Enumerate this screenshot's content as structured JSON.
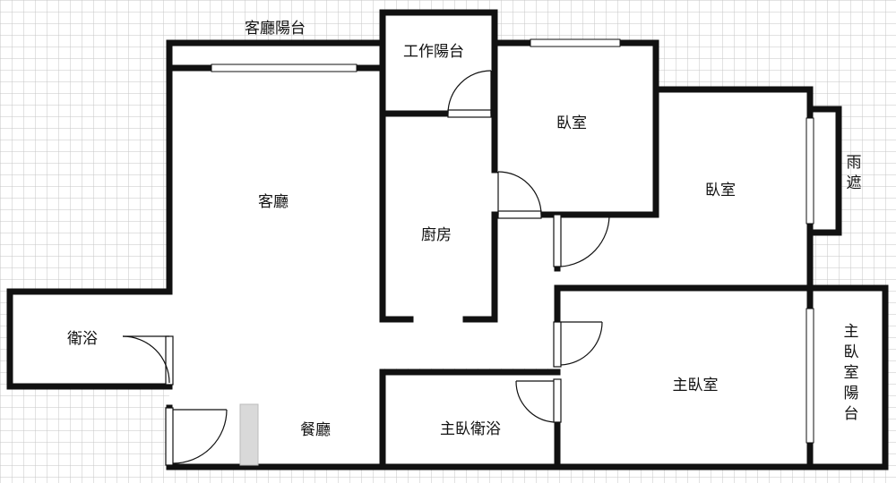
{
  "floor_plan": {
    "rooms": {
      "living_balcony": "客廳陽台",
      "utility_balcony": "工作陽台",
      "bedroom_small": "臥室",
      "bedroom_large": "臥室",
      "canopy": "雨遮",
      "living_room": "客廳",
      "kitchen": "廚房",
      "bathroom": "衛浴",
      "dining_room": "餐廳",
      "master_bathroom": "主臥衛浴",
      "master_bedroom": "主臥室",
      "master_balcony": "主臥室陽台"
    },
    "colors": {
      "wall": "#111111",
      "grid": "#c6c6c6",
      "background": "#ffffff",
      "window": "#ffffff",
      "dining_fixture": "#d9d9d9"
    }
  }
}
